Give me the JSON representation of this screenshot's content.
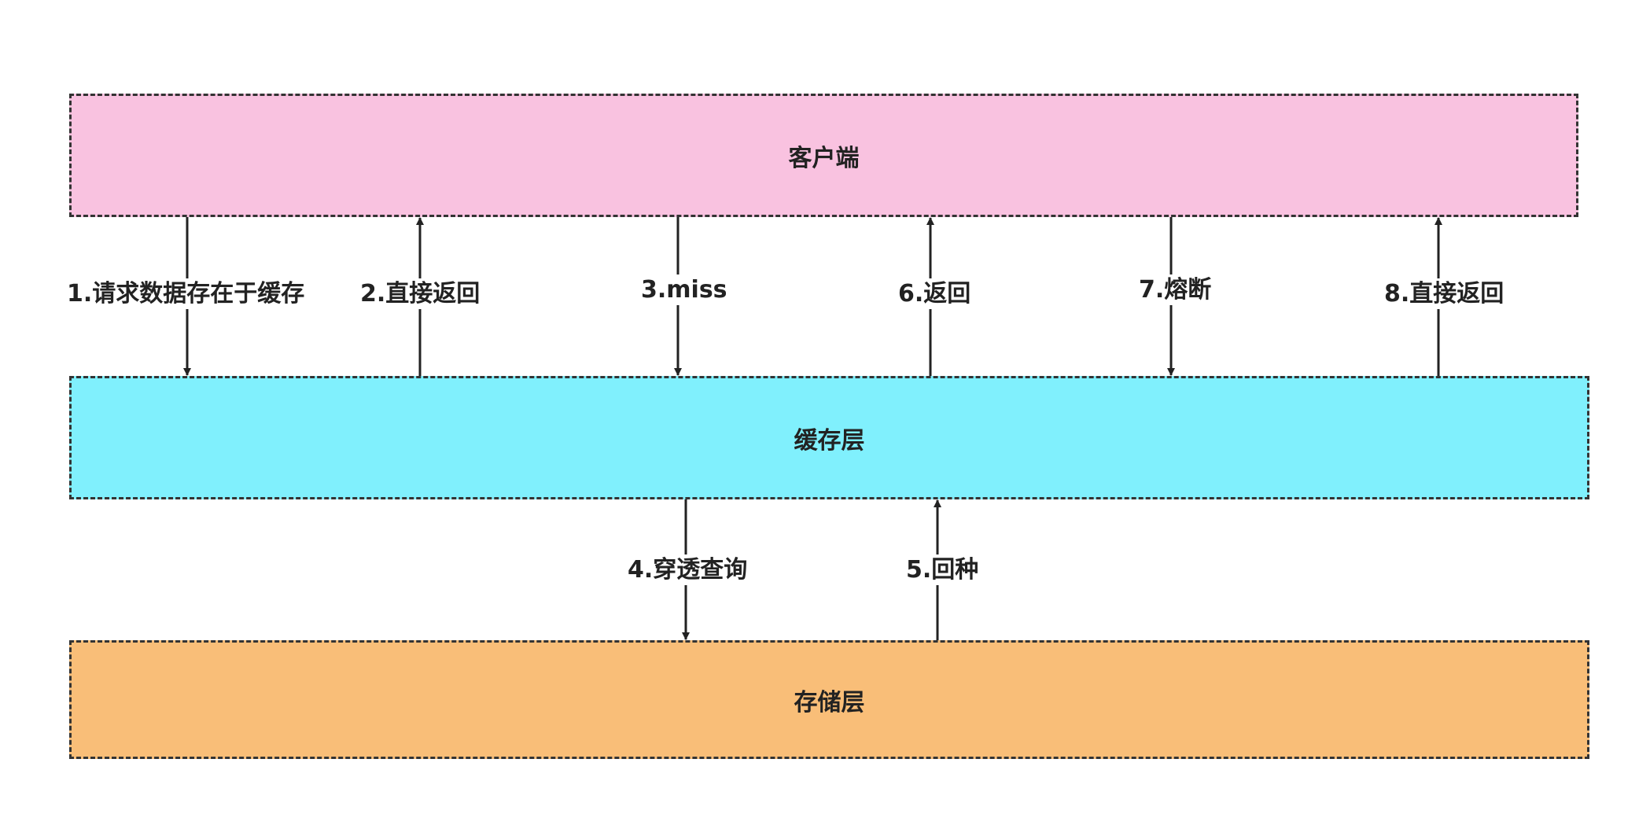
{
  "layers": {
    "client": {
      "label": "客户端",
      "color": "#f9c2e0"
    },
    "cache": {
      "label": "缓存层",
      "color": "#80f0fd"
    },
    "storage": {
      "label": "存储层",
      "color": "#f9be78"
    }
  },
  "arrows": [
    {
      "label": "1.请求数据存在于缓存",
      "from": "client",
      "to": "cache"
    },
    {
      "label": "2.直接返回",
      "from": "cache",
      "to": "client"
    },
    {
      "label": "3.miss",
      "from": "client",
      "to": "cache"
    },
    {
      "label": "6.返回",
      "from": "cache",
      "to": "client"
    },
    {
      "label": "7.熔断",
      "from": "client",
      "to": "cache"
    },
    {
      "label": "8.直接返回",
      "from": "cache",
      "to": "client"
    },
    {
      "label": "4.穿透查询",
      "from": "cache",
      "to": "storage"
    },
    {
      "label": "5.回种",
      "from": "storage",
      "to": "cache"
    }
  ]
}
